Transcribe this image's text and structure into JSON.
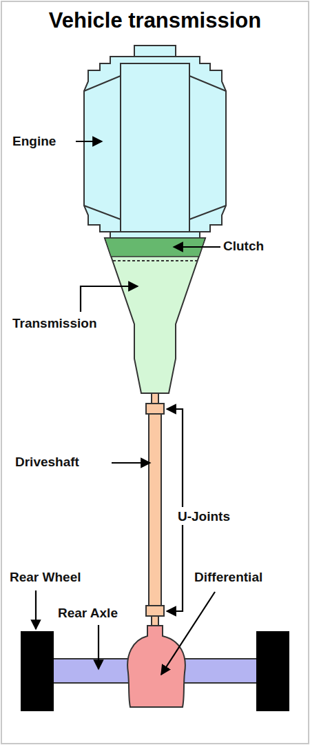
{
  "diagram": {
    "title": "Vehicle transmission",
    "labels": [
      "Engine",
      "Clutch",
      "Transmission",
      "Driveshaft",
      "U-Joints",
      "Rear Wheel",
      "Rear Axle",
      "Differential"
    ]
  }
}
